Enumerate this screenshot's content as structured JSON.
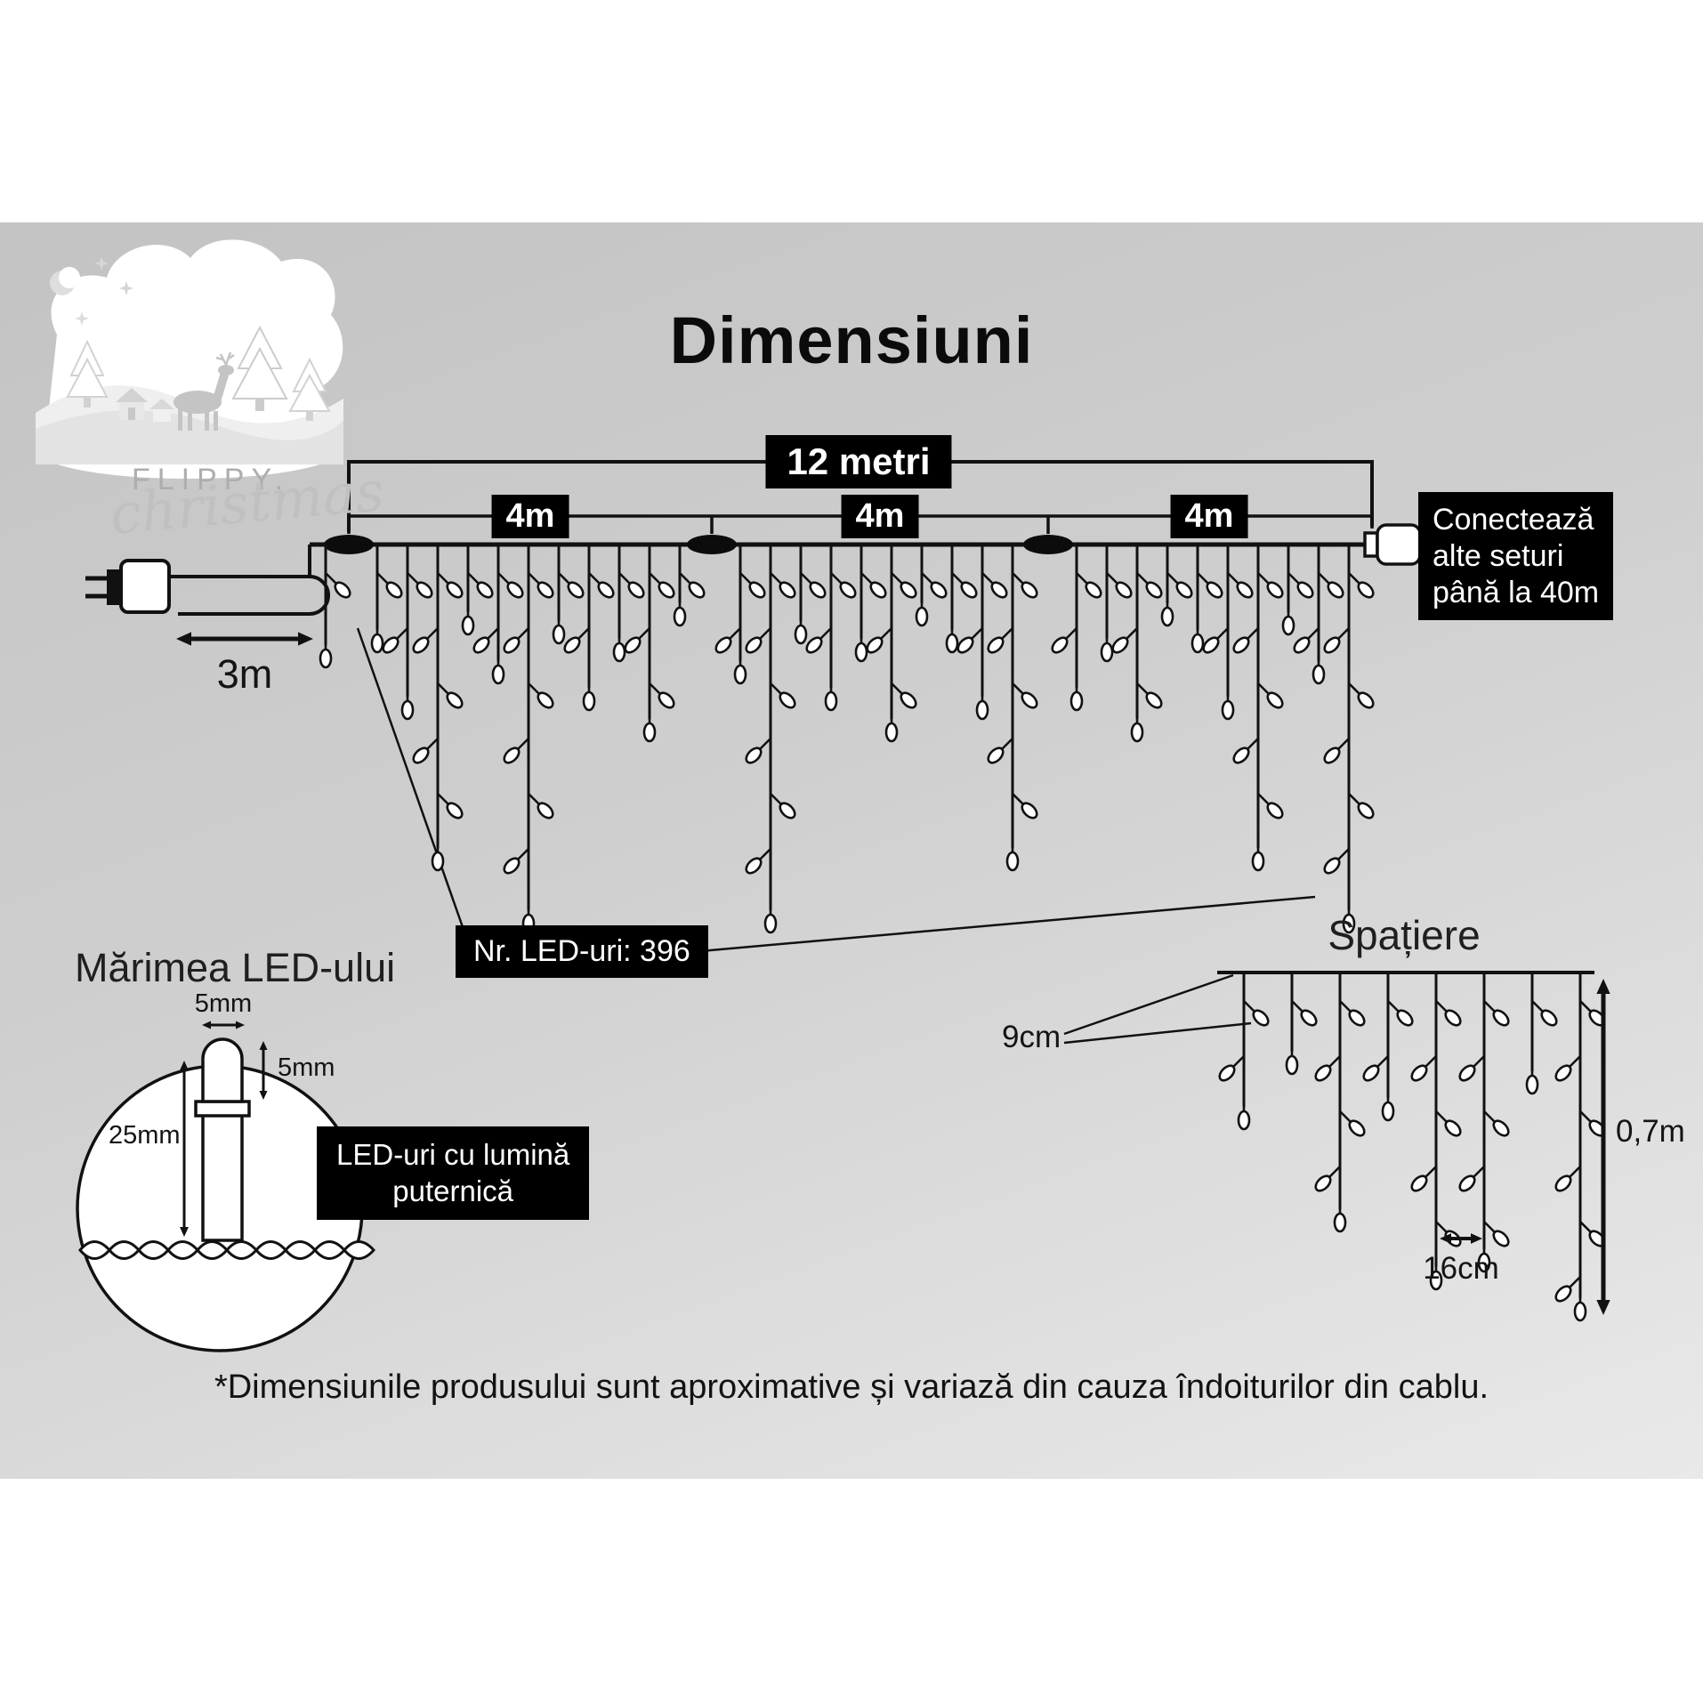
{
  "title": "Dimensiuni",
  "footnote": "*Dimensiunile produsului sunt aproximative și variază din cauza îndoiturilor din cablu.",
  "logo": {
    "brand": "FLIPPY.",
    "script": "christmas"
  },
  "main_diagram": {
    "total_length": "12 metri",
    "segments": [
      "4m",
      "4m",
      "4m"
    ],
    "lead_length": "3m",
    "connect_note": {
      "line1": "Conectează",
      "line2": "alte seturi",
      "line3": "până la 40m"
    },
    "led_count": "Nr. LED-uri: 396"
  },
  "led_size": {
    "heading": "Mărimea LED-ului",
    "cap_width": "5mm",
    "cap_height": "5mm",
    "total_height": "25mm",
    "note": {
      "line1": "LED-uri cu lumină",
      "line2": "puternică"
    }
  },
  "spacing": {
    "heading": "Spațiere",
    "led_gap": "9cm",
    "strand_gap": "16cm",
    "drop_height": "0,7m"
  },
  "colors": {
    "ink": "#111111",
    "box_bg": "#000000",
    "box_text": "#ffffff"
  }
}
